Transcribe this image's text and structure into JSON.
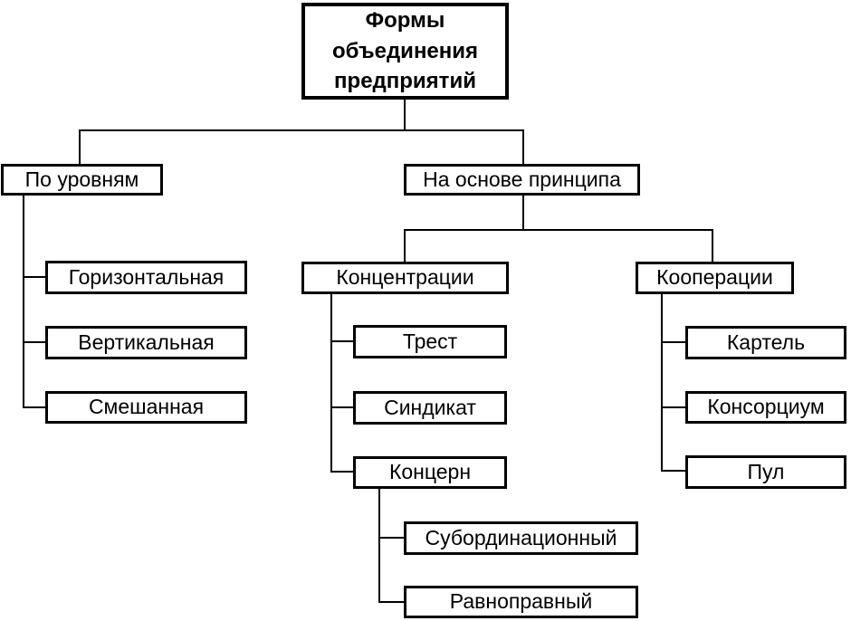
{
  "diagram": {
    "title": "Формы объединения предприятий",
    "colors": {
      "background": "#ffffff",
      "border": "#000000",
      "line": "#000000",
      "text": "#000000"
    },
    "nodes": {
      "root": "Формы объединения предприятий",
      "by_levels": "По уровням",
      "horizontal": "Горизонтальная",
      "vertical": "Вертикальная",
      "mixed": "Смешанная",
      "by_principle": "На основе принципа",
      "concentration": "Концентрации",
      "trust": "Трест",
      "syndicate": "Синдикат",
      "concern": "Концерн",
      "subordination": "Субординационный",
      "equal": "Равноправный",
      "cooperation": "Кооперации",
      "cartel": "Картель",
      "consortium": "Консорциум",
      "pool": "Пул"
    },
    "structure": {
      "root": [
        "by_levels",
        "by_principle"
      ],
      "by_levels": [
        "horizontal",
        "vertical",
        "mixed"
      ],
      "by_principle": [
        "concentration",
        "cooperation"
      ],
      "concentration": [
        "trust",
        "syndicate",
        "concern"
      ],
      "concern": [
        "subordination",
        "equal"
      ],
      "cooperation": [
        "cartel",
        "consortium",
        "pool"
      ]
    }
  }
}
